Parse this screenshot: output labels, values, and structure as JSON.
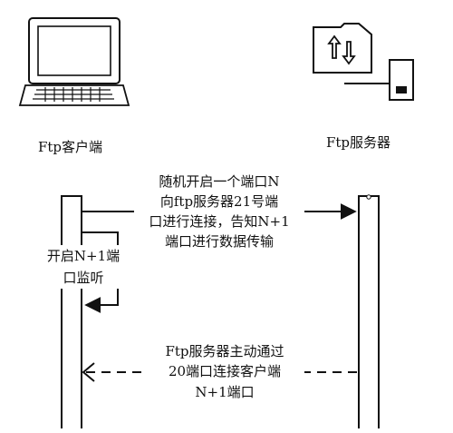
{
  "client": {
    "label": "Ftp客户端",
    "icon": "desktop-computer-icon"
  },
  "server": {
    "label": "Ftp服务器",
    "icon": "ftp-server-icon"
  },
  "messages": {
    "connect": [
      "随机开启一个端口N",
      "向ftp服务器21号端",
      "口进行连接，告知N+1",
      "端口进行数据传输"
    ],
    "self_listen": [
      "开启N+1端",
      "口监听"
    ],
    "server_connect": [
      "Ftp服务器主动通过",
      "20端口连接客户端",
      "N+1端口"
    ]
  },
  "colors": {
    "stroke": "#111111",
    "background": "#ffffff"
  }
}
